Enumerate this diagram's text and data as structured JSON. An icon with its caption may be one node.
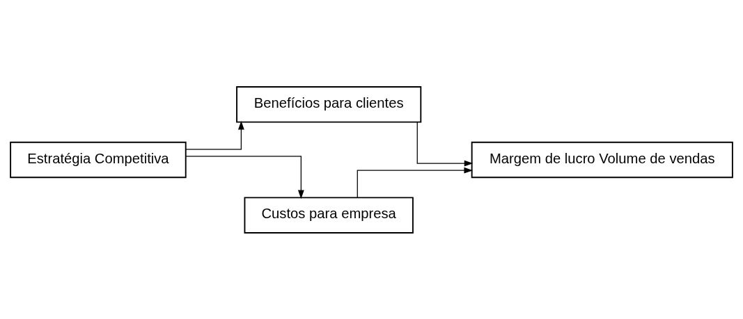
{
  "diagram": {
    "nodes": [
      {
        "text": [
          "Estratégia Competitiva"
        ]
      },
      {
        "text": [
          "Benefícios para clientes"
        ]
      },
      {
        "text": [
          "Custos para empresa"
        ]
      },
      {
        "text": [
          "Margem de lucro Volume de vendas"
        ]
      }
    ],
    "edges": [
      {
        "from": 0,
        "to": 1,
        "arrow": "to"
      },
      {
        "from": 0,
        "to": 2,
        "arrow": "to"
      },
      {
        "from": 1,
        "to": 3,
        "arrow": "to"
      },
      {
        "from": 2,
        "to": 3,
        "arrow": "to"
      }
    ]
  }
}
